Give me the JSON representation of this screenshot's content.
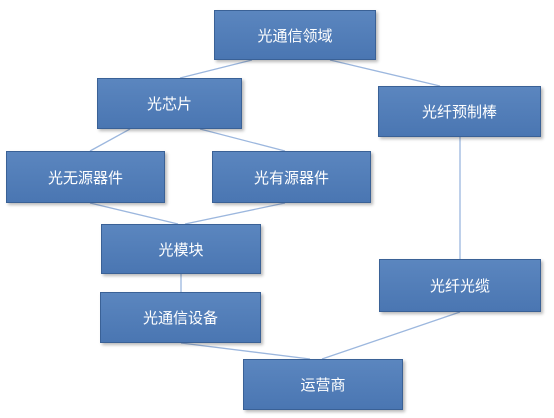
{
  "diagram": {
    "nodes": {
      "domain": "光通信领域",
      "chip": "光芯片",
      "preform": "光纤预制棒",
      "passive": "光无源器件",
      "active": "光有源器件",
      "module": "光模块",
      "cable": "光纤光缆",
      "equipment": "光通信设备",
      "operator": "运营商"
    },
    "edges": [
      {
        "from": "domain",
        "to": "chip"
      },
      {
        "from": "domain",
        "to": "preform"
      },
      {
        "from": "chip",
        "to": "passive"
      },
      {
        "from": "chip",
        "to": "active"
      },
      {
        "from": "passive",
        "to": "module"
      },
      {
        "from": "active",
        "to": "module"
      },
      {
        "from": "module",
        "to": "equipment"
      },
      {
        "from": "equipment",
        "to": "operator"
      },
      {
        "from": "preform",
        "to": "cable"
      },
      {
        "from": "cable",
        "to": "operator"
      }
    ]
  }
}
